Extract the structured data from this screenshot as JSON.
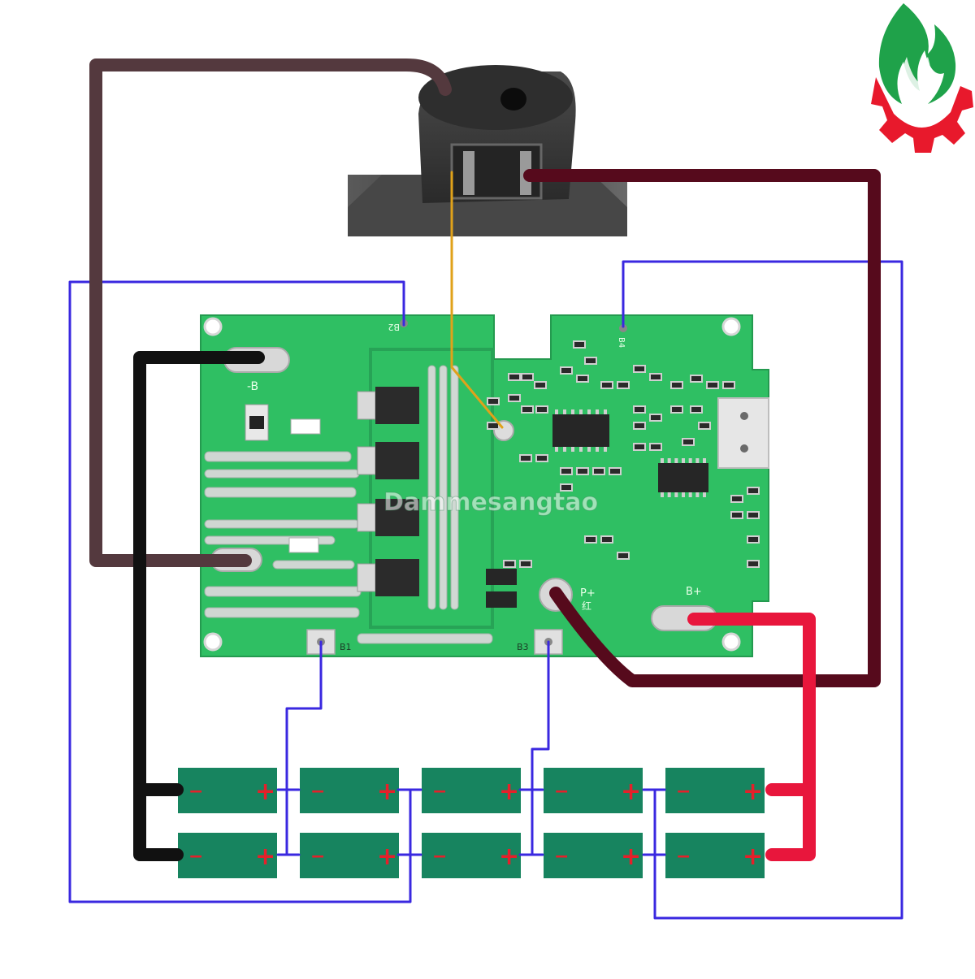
{
  "board": {
    "watermark": "Dammesangtao",
    "pad_labels": {
      "b1": "B1",
      "b2": "B2",
      "b3": "B3",
      "b4": "B4",
      "neg": "-B",
      "p_plus": "P+",
      "p_plus_cn": "红",
      "b_plus": "B+"
    }
  },
  "cells": {
    "rows": 2,
    "columns": 5,
    "negative_symbol": "−",
    "positive_symbol": "+"
  },
  "wire_colors": {
    "blue_balance": "#3a28e0",
    "black_negative": "#111111",
    "brown_connector": "#54393e",
    "maroon_connector": "#560a1c",
    "red_positive": "#e8163c",
    "orange_thermistor": "#e0a21a"
  },
  "colors": {
    "pcb_green": "#2fbf63",
    "cell_green": "#17845f",
    "cell_symbol_red": "#e5202a",
    "logo_green": "#1fa24a",
    "logo_red": "#e8192c"
  },
  "icons": {
    "logo": "flame-gear-logo-icon",
    "connector": "battery-terminal-connector-icon"
  }
}
